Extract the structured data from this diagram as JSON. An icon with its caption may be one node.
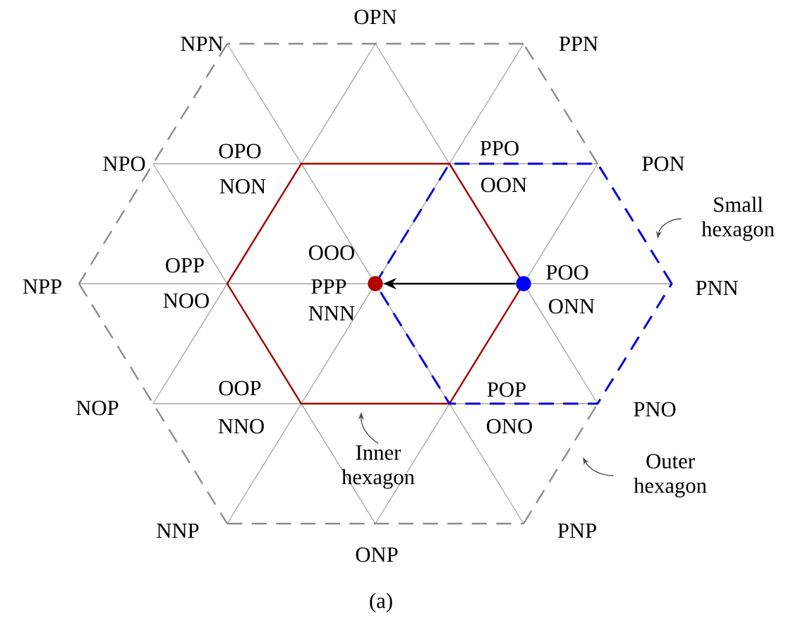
{
  "diagram": {
    "caption": "(a)",
    "nodes": [
      {
        "text": [],
        "shape": "circle"
      },
      {
        "text": [],
        "shape": "circle"
      },
      {
        "text": [
          "Small hexagon"
        ]
      },
      {
        "text": [
          "Inner hexagon"
        ]
      },
      {
        "text": [
          "Outer hexagon"
        ]
      }
    ],
    "edges": [
      {
        "from": 1,
        "to": 0,
        "arrow": "to"
      },
      {
        "from": 2,
        "to": null,
        "arrow": "to"
      },
      {
        "from": 3,
        "to": null,
        "arrow": "to"
      },
      {
        "from": 4,
        "to": null,
        "arrow": "to"
      }
    ],
    "labels": [
      "OPN",
      "NPN",
      "PPN",
      "NPO",
      "OPO",
      "PPO",
      "PON",
      "NON",
      "OON",
      "OPP",
      "OOO",
      "POO",
      "NPP",
      "PPP",
      "PNN",
      "NOO",
      "ONN",
      "NNN",
      "OOP",
      "POP",
      "NOP",
      "PNO",
      "NNO",
      "ONO",
      "NNP",
      "PNP",
      "ONP"
    ]
  }
}
